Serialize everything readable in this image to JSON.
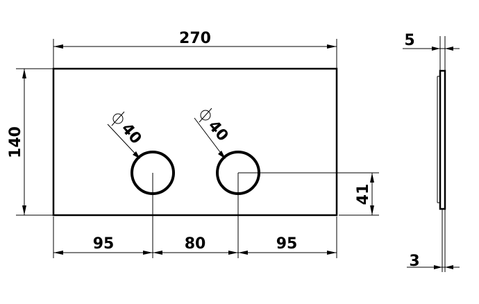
{
  "drawing": {
    "width_label": "270",
    "height_label": "140",
    "button_diameter_label_left": "40",
    "button_diameter_label_right": "40",
    "offset_left_label": "95",
    "spacing_label": "80",
    "offset_right_label": "95",
    "button_height_label": "41",
    "side_depth_label": "5",
    "side_thickness_label": "3",
    "diameter_symbol": "⌀"
  }
}
